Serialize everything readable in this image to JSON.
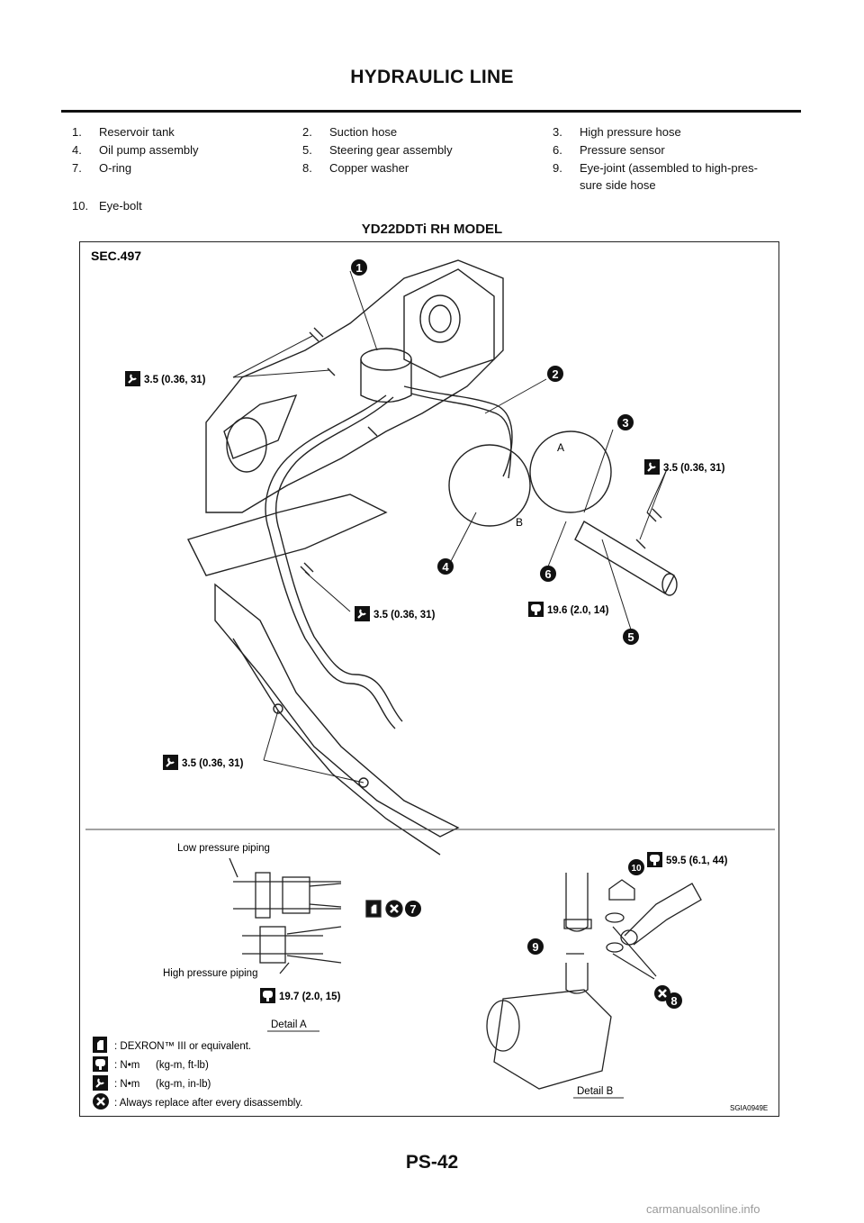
{
  "header": {
    "title": "HYDRAULIC LINE"
  },
  "legend": [
    [
      {
        "num": "1.",
        "text": "Reservoir tank"
      },
      {
        "num": "2.",
        "text": "Suction hose"
      },
      {
        "num": "3.",
        "text": "High pressure hose"
      }
    ],
    [
      {
        "num": "4.",
        "text": "Oil pump assembly"
      },
      {
        "num": "5.",
        "text": "Steering gear assembly"
      },
      {
        "num": "6.",
        "text": "Pressure sensor"
      }
    ],
    [
      {
        "num": "7.",
        "text": "O-ring"
      },
      {
        "num": "8.",
        "text": "Copper washer"
      },
      {
        "num": "9.",
        "text": "Eye-joint (assembled to high-pres-",
        "text2": "sure side hose"
      }
    ],
    [
      {
        "num": "10.",
        "text": "Eye-bolt"
      }
    ]
  ],
  "section_title": "YD22DDTi RH MODEL",
  "figure": {
    "sec_label": "SEC.497",
    "torque_labels": {
      "t1": "3.5 (0.36, 31)",
      "t2": "3.5 (0.36, 31)",
      "t3": "3.5 (0.36, 31)",
      "t4": "3.5 (0.36, 31)",
      "t5": "19.6 (2.0, 14)",
      "t6": "19.7 (2.0, 15)",
      "t7": "59.5 (6.1, 44)"
    },
    "callouts": [
      "1",
      "2",
      "3",
      "4",
      "5",
      "6",
      "7",
      "8",
      "9",
      "10"
    ],
    "detail_marks": {
      "a": "A",
      "b": "B"
    },
    "low_pressure_label": "Low pressure piping",
    "high_pressure_label": "High pressure piping",
    "detail_a": "Detail A",
    "detail_b": "Detail B",
    "key": {
      "fluid": ": DEXRON™ III or equivalent.",
      "nm1_unit": ": N•m",
      "nm1_paren": "(kg-m,  ft-lb)",
      "nm2_unit": ": N•m",
      "nm2_paren": "(kg-m,  in-lb)",
      "replace": ": Always replace after every disassembly."
    },
    "fig_id": "SGIA0949E"
  },
  "footer": {
    "page": "PS-42"
  },
  "watermark": "carmanualsonline.info"
}
